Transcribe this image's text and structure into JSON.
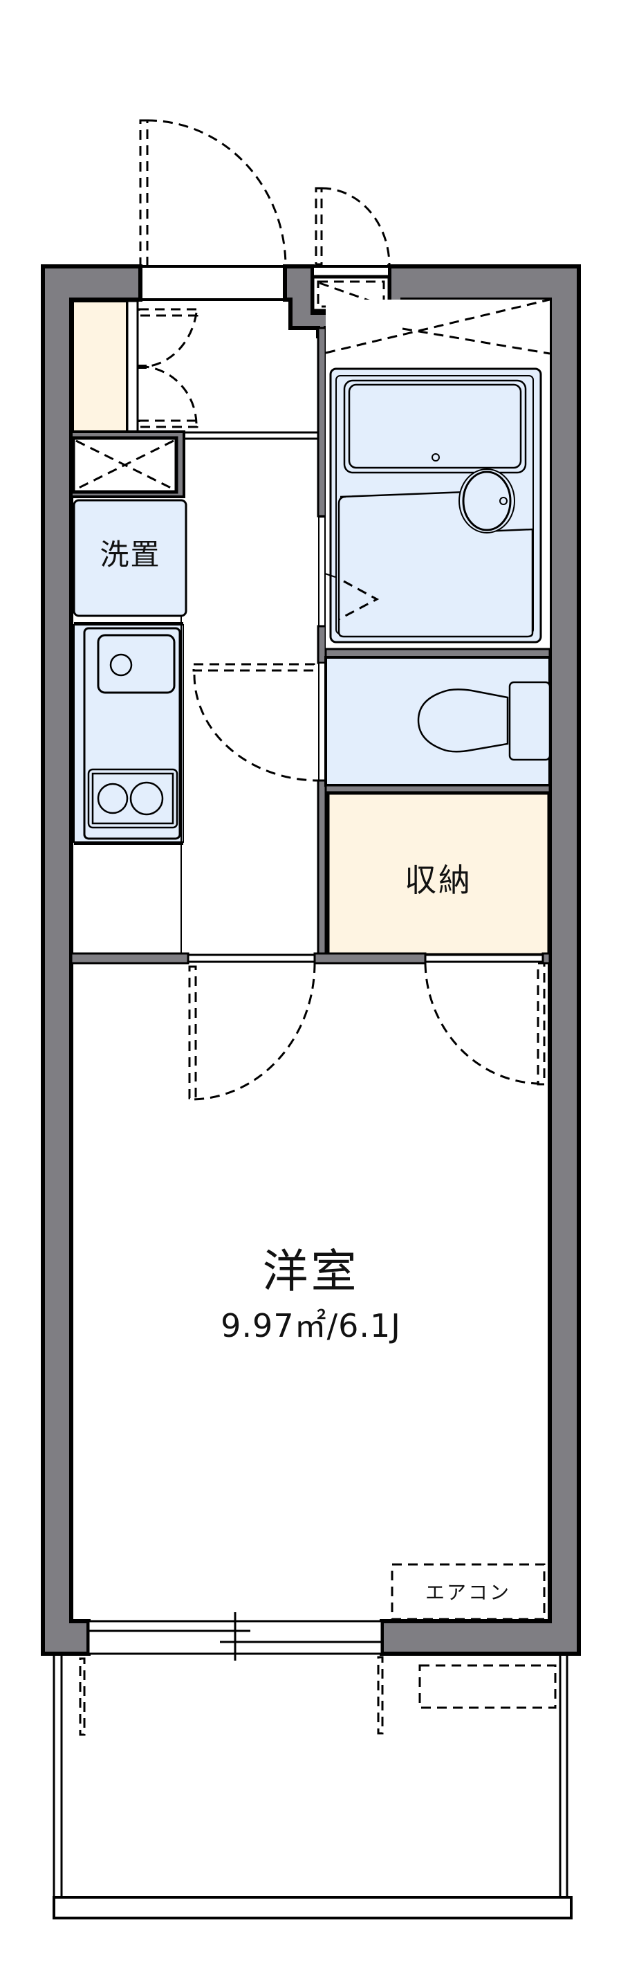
{
  "floor_plan": {
    "type": "1K apartment floor plan",
    "colors": {
      "wall": "#7f7e83",
      "wet_area": "#e3eefc",
      "storage": "#fef4e2",
      "floor": "#ffffff",
      "line": "#000000"
    },
    "rooms": {
      "washer": {
        "label": "洗置"
      },
      "storage": {
        "label": "収納"
      },
      "main_room": {
        "label": "洋室",
        "area": "9.97㎡/6.1J"
      },
      "air_conditioner": {
        "label": "エアコン"
      }
    },
    "fixtures": [
      "entrance-door",
      "meter-box",
      "shoe-cabinet",
      "pipe-shaft",
      "washer-space",
      "kitchen-sink",
      "two-burner-stove",
      "unit-bath",
      "toilet",
      "storage-closet",
      "sliding-window",
      "balcony",
      "outdoor-ac-unit"
    ]
  }
}
